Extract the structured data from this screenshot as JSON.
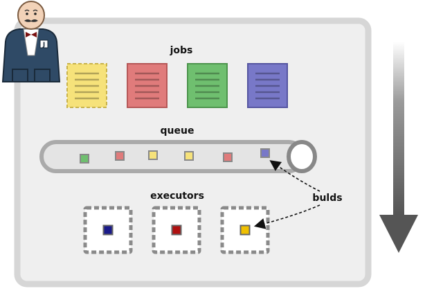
{
  "labels": {
    "jobs": "jobs",
    "queue": "queue",
    "executors": "executors",
    "builds": "bulds"
  },
  "mascot": {
    "badge_letter": "J"
  },
  "jobs": [
    {
      "color": "#f6e27a",
      "stroke": "#c8b24a",
      "dashed": true
    },
    {
      "color": "#e07b7b",
      "stroke": "#b55757",
      "dashed": false
    },
    {
      "color": "#6fbf6f",
      "stroke": "#4c944c",
      "dashed": false
    },
    {
      "color": "#7878c8",
      "stroke": "#5555a0",
      "dashed": false
    }
  ],
  "queue_items": [
    {
      "color": "#6fbf6f"
    },
    {
      "color": "#e07b7b"
    },
    {
      "color": "#f6e27a"
    },
    {
      "color": "#f6e27a"
    },
    {
      "color": "#e07b7b"
    },
    {
      "color": "#7878c8"
    }
  ],
  "executors": [
    {
      "color": "#1a1a8a"
    },
    {
      "color": "#b01010"
    },
    {
      "color": "#f0c000"
    }
  ],
  "colors": {
    "panel": "#efefef",
    "panel_border": "#d6d6d6",
    "arrow": "#666666"
  }
}
